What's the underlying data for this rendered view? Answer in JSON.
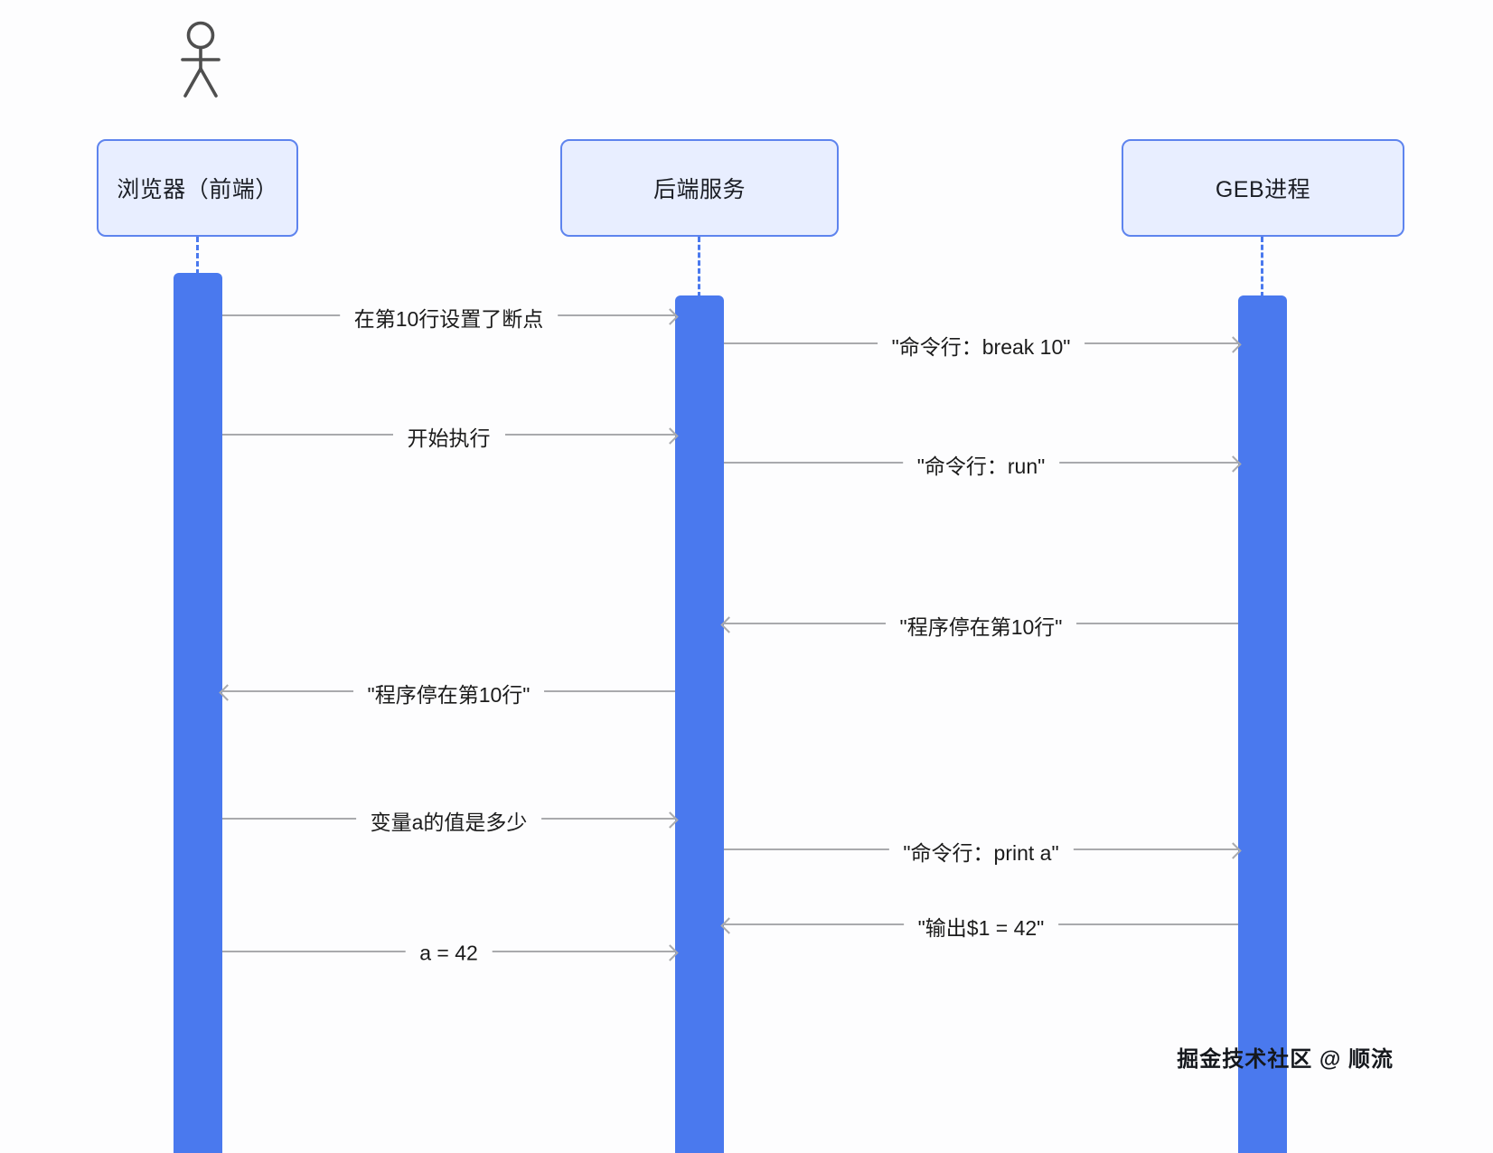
{
  "diagram": {
    "type": "sequence-diagram",
    "background": "#fdfdfe",
    "accent_blue": "#4a79ee",
    "box_fill": "#e8eeff",
    "box_border": "#5e84ee",
    "arrow_color": "#a9aaad",
    "text_color": "#1b1b1b"
  },
  "participants": [
    {
      "id": "browser",
      "label": "浏览器（前端）"
    },
    {
      "id": "backend",
      "label": "后端服务"
    },
    {
      "id": "geb",
      "label": "GEB进程"
    }
  ],
  "messages": [
    {
      "from": "browser",
      "to": "backend",
      "direction": "right",
      "label": "在第10行设置了断点"
    },
    {
      "from": "backend",
      "to": "geb",
      "direction": "right",
      "label": "\"命令行：break 10\""
    },
    {
      "from": "browser",
      "to": "backend",
      "direction": "right",
      "label": "开始执行"
    },
    {
      "from": "backend",
      "to": "geb",
      "direction": "right",
      "label": "\"命令行：run\""
    },
    {
      "from": "geb",
      "to": "backend",
      "direction": "left",
      "label": "\"程序停在第10行\""
    },
    {
      "from": "backend",
      "to": "browser",
      "direction": "left",
      "label": "\"程序停在第10行\""
    },
    {
      "from": "browser",
      "to": "backend",
      "direction": "right",
      "label": "变量a的值是多少"
    },
    {
      "from": "backend",
      "to": "geb",
      "direction": "right",
      "label": "\"命令行：print a\""
    },
    {
      "from": "geb",
      "to": "backend",
      "direction": "left",
      "label": "\"输出$1 = 42\""
    },
    {
      "from": "browser",
      "to": "backend",
      "direction": "right",
      "label": "a = 42"
    }
  ],
  "watermark": "掘金技术社区 @ 顺流"
}
